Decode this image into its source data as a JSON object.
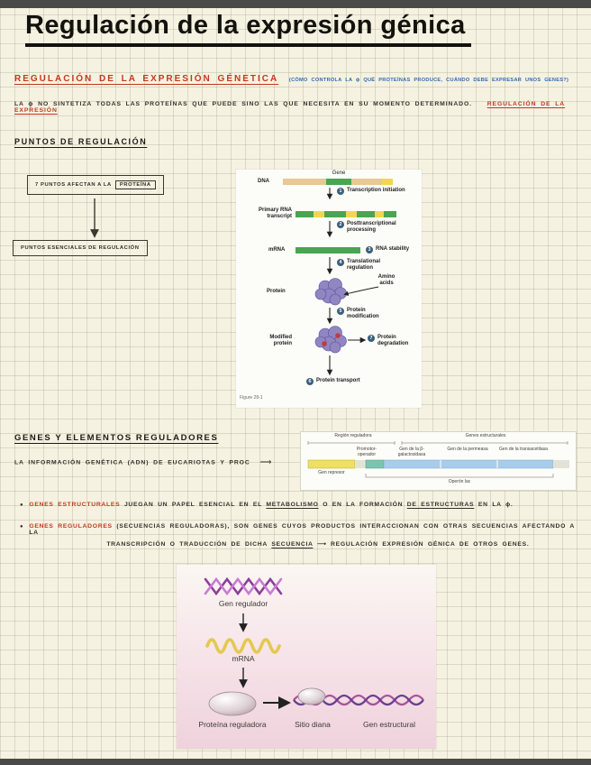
{
  "colors": {
    "paper": "#f6f2e2",
    "ink": "#33312c",
    "heading_red": "#c2391f",
    "note_blue": "#2f6bb0",
    "figure_green": "#4aa552",
    "figure_yellow": "#f2d74e",
    "figure_tan": "#e8c894",
    "protein_purple": "#8f86c2"
  },
  "glyphs": {
    "bullet": "●",
    "long_arrow": "⟶"
  },
  "meta": {
    "title": "Regulación de la expresión génica"
  },
  "intro": {
    "heading": "REGULACIÓN DE LA EXPRESIÓN GÉNETICA",
    "heading_note": "(CÓMO CONTROLA LA ϕ QUÉ PROTEÍNAS PRODUCE, CUÁNDO DEBE EXPRESAR UNOS GENES?)",
    "body": "LA ϕ NO SINTETIZA TODAS LAS PROTEÍNAS QUE PUEDE SINO LAS QUE NECESITA EN SU MOMENTO DETERMINADO.",
    "body_highlight": "REGULACIÓN DE LA EXPRESIÓN"
  },
  "puntos": {
    "heading": "PUNTOS DE REGULACIÓN",
    "box_top_text": "7 PUNTOS AFECTAN A LA",
    "box_top_boxed": "PROTEÍNA",
    "box_bottom": "PUNTOS ESENCIALES DE REGULACIÓN"
  },
  "figure_regulation": {
    "dna": "DNA",
    "gene": "Gene",
    "primary_rna": "Primary RNA transcript",
    "mrna": "mRNA",
    "protein": "Protein",
    "amino_acids": "Amino acids",
    "modified_protein": "Modified protein",
    "caption": "Figure 28-1",
    "steps": [
      {
        "num": "1",
        "label": "Transcription initiation"
      },
      {
        "num": "2",
        "label": "Posttranscriptional processing"
      },
      {
        "num": "3",
        "label": "RNA stability"
      },
      {
        "num": "4",
        "label": "Translational regulation"
      },
      {
        "num": "5",
        "label": "Protein modification"
      },
      {
        "num": "6",
        "label": "Protein transport"
      },
      {
        "num": "7",
        "label": "Protein degradation"
      }
    ]
  },
  "genes": {
    "heading": "GENES Y ELEMENTOS REGULADORES",
    "intro": "LA INFORMACIÓN GENÉTICA (ADN) DE EUCARIOTAS Y PROC",
    "bullet1": {
      "label": "GENES ESTRUCTURALES",
      "text_a": "JUEGAN UN PAPEL ESENCIAL EN EL",
      "underline_a": "METABOLISMO",
      "text_b": "O EN LA FORMACIÓN",
      "underline_b": "DE ESTRUCTURAS",
      "text_c": "EN LA ϕ."
    },
    "bullet2": {
      "label": "GENES REGULADORES",
      "note": "(SECUENCIAS REGULADORAS),",
      "text_a": "SON GENES CUYOS PRODUCTOS INTERACCIONAN CON OTRAS SECUENCIAS AFECTANDO A LA",
      "text_b": "TRANSCRIPCIÓN O TRADUCCIÓN DE DICHA",
      "underline_b": "SECUENCIA",
      "text_c": "REGULACIÓN EXPRESIÓN GÉNICA DE OTROS GENES."
    }
  },
  "figure_operon": {
    "region_reguladora": "Región reguladora",
    "genes_estructurales": "Genes estructurales",
    "promotor_operador": "Promotor-operador",
    "gen_represor": "Gen represor",
    "gen_galactosidasa": "Gen de la β-galactosidasa",
    "gen_permeasa": "Gen de la permeasa",
    "gen_transacetilasa": "Gen de la transacetilasa",
    "operon_lac": "Operón lac"
  },
  "figure_regulator": {
    "gen_regulador": "Gen regulador",
    "mrna": "mRNA",
    "proteina_reguladora": "Proteína reguladora",
    "sitio_diana": "Sitio diana",
    "gen_estructural": "Gen estructural"
  }
}
